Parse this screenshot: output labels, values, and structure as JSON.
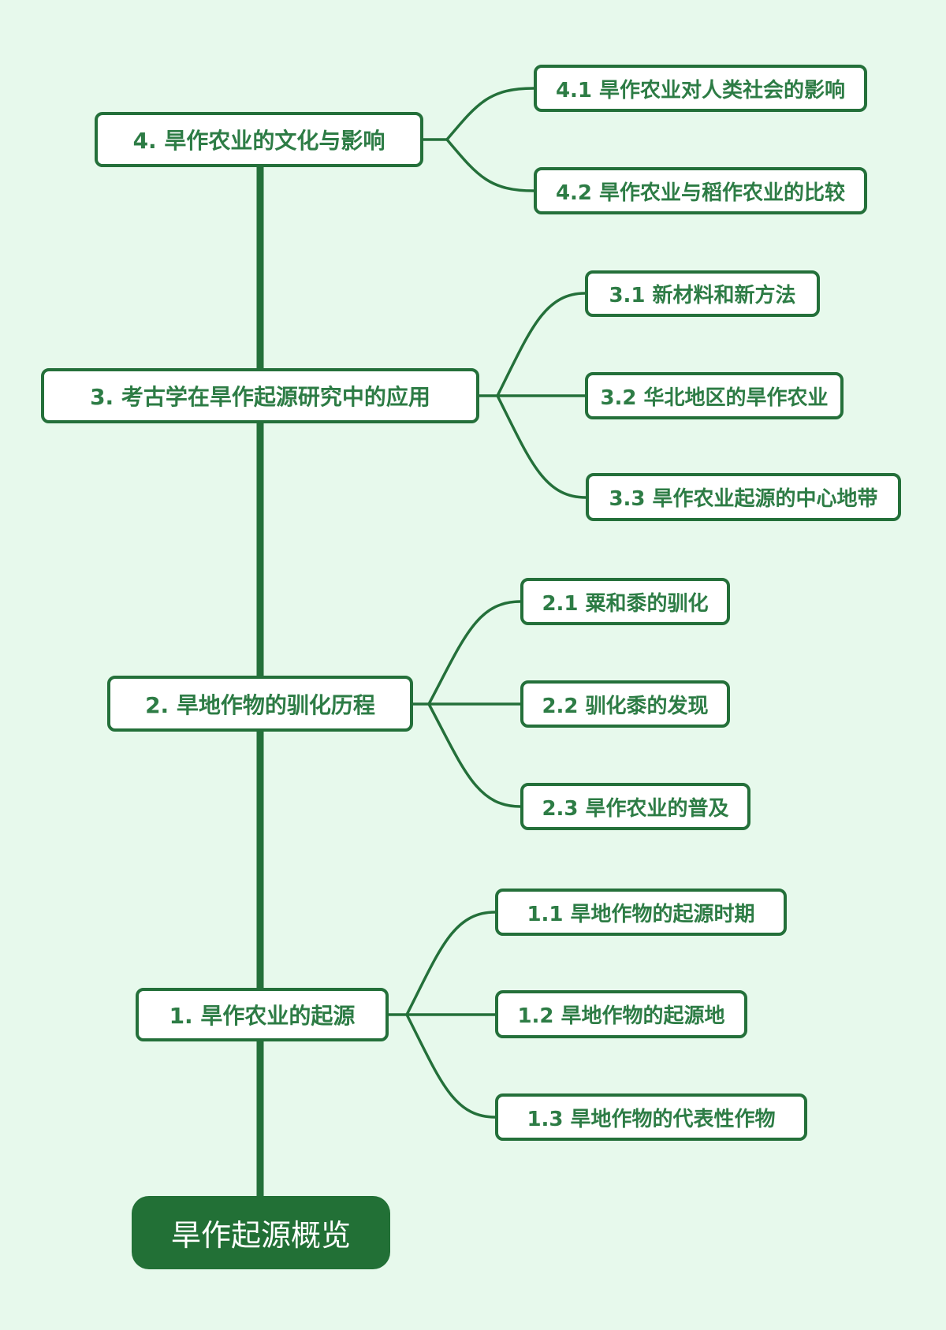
{
  "colors": {
    "background": "#e7f9ec",
    "line": "#24703a",
    "node_border": "#24703a",
    "node_text": "#2d7c45",
    "root_fill": "#227036",
    "root_text": "#ffffff"
  },
  "root": {
    "label": "旱作起源概览"
  },
  "sections": [
    {
      "label": "1. 旱作农业的起源",
      "children": [
        {
          "label": "1.1 旱地作物的起源时期"
        },
        {
          "label": "1.2 旱地作物的起源地"
        },
        {
          "label": "1.3 旱地作物的代表性作物"
        }
      ]
    },
    {
      "label": "2. 旱地作物的驯化历程",
      "children": [
        {
          "label": "2.1 粟和黍的驯化"
        },
        {
          "label": "2.2 驯化黍的发现"
        },
        {
          "label": "2.3 旱作农业的普及"
        }
      ]
    },
    {
      "label": "3. 考古学在旱作起源研究中的应用",
      "children": [
        {
          "label": "3.1 新材料和新方法"
        },
        {
          "label": "3.2 华北地区的旱作农业"
        },
        {
          "label": "3.3 旱作农业起源的中心地带"
        }
      ]
    },
    {
      "label": "4. 旱作农业的文化与影响",
      "children": [
        {
          "label": "4.1 旱作农业对人类社会的影响"
        },
        {
          "label": "4.2 旱作农业与稻作农业的比较"
        }
      ]
    }
  ]
}
